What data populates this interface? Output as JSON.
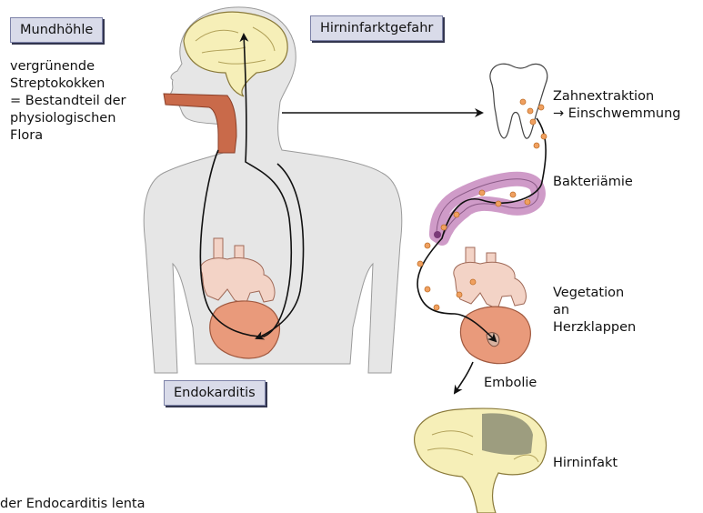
{
  "labels": {
    "mundhoehle": "Mundhöhle",
    "hirninfarktgefahr": "Hirninfarktgefahr",
    "endokarditis": "Endokarditis",
    "flora": "vergrünende\nStreptokokken\n= Bestandteil der\nphysiologischen\nFlora",
    "zahnextraktion": "Zahnextraktion\n→ Einschwemmung",
    "bakteriaemie": "Bakteriämie",
    "vegetation": "Vegetation\nan\nHerzklappen",
    "embolie": "Embolie",
    "hirninfakt": "Hirninfakt",
    "caption": "der Endocarditis lenta"
  },
  "colors": {
    "label_box_fill": "#d9dbe9",
    "label_box_border": "#7d82a8",
    "body_fill": "#e6e6e6",
    "brain_fill": "#f6efb8",
    "heart_fill": "#e99a7b",
    "vessel_fill": "#cf9bc8",
    "bacteria": "#f0a060",
    "esophagus": "#c96a4a"
  }
}
